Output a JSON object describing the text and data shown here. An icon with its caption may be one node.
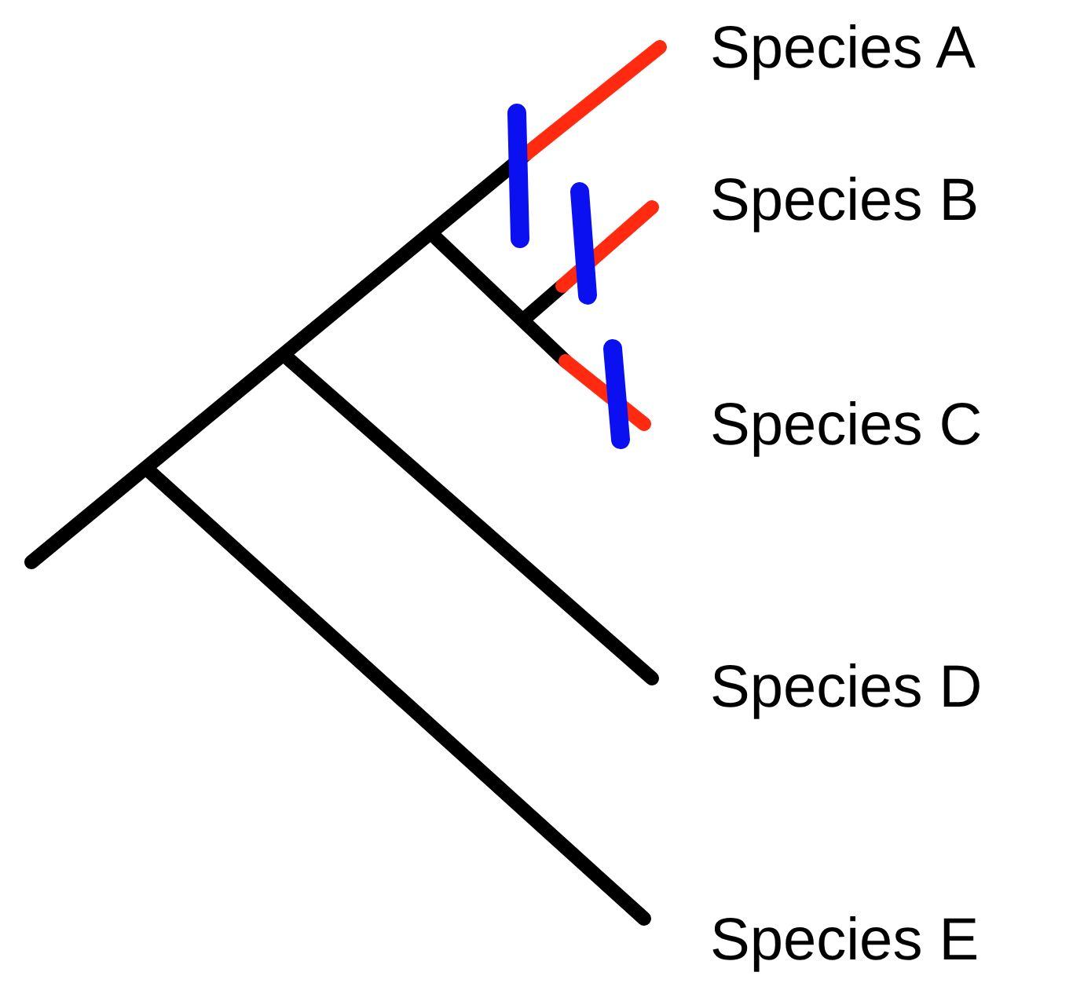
{
  "diagram": {
    "labels": [
      "Species A",
      "Species B",
      "Species C",
      "Species D",
      "Species E"
    ]
  }
}
